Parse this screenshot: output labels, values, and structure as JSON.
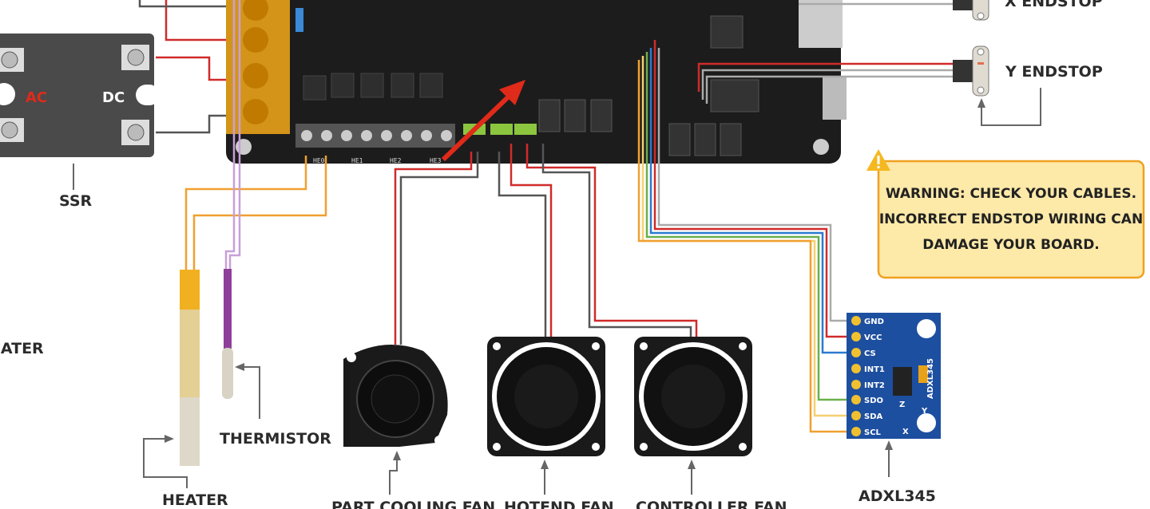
{
  "labels": {
    "x_endstop": "X ENDSTOP",
    "y_endstop": "Y ENDSTOP",
    "ssr": "SSR",
    "ac": "AC",
    "dc": "DC",
    "bed_heater": "HEATER",
    "heater": "HEATER",
    "thermistor": "THERMISTOR",
    "part_cooling_fan": "PART COOLING FAN",
    "hotend_fan": "HOTEND FAN",
    "controller_fan": "CONTROLLER FAN",
    "adxl345": "ADXL345",
    "adxl_chip": "ADXL345"
  },
  "board": {
    "heater_ports": [
      "HE0",
      "HE1",
      "HE2",
      "HE3"
    ]
  },
  "warning": {
    "lines": [
      "WARNING: CHECK YOUR CABLES.",
      "INCORRECT ENDSTOP WIRING CAN",
      "DAMAGE YOUR BOARD."
    ]
  },
  "adxl_pins": [
    "GND",
    "VCC",
    "CS",
    "INT1",
    "INT2",
    "SDO",
    "SDA",
    "SCL"
  ],
  "adxl_axes": {
    "x": "X",
    "y": "Y",
    "z": "Z"
  },
  "colors": {
    "board": "#1c1c1c",
    "terminal": "#e8a21a",
    "warning_fill": "#fde9a8",
    "warning_border": "#f0a020",
    "adxl": "#1d4fa0",
    "pointer_arrow": "#e02a1a"
  }
}
